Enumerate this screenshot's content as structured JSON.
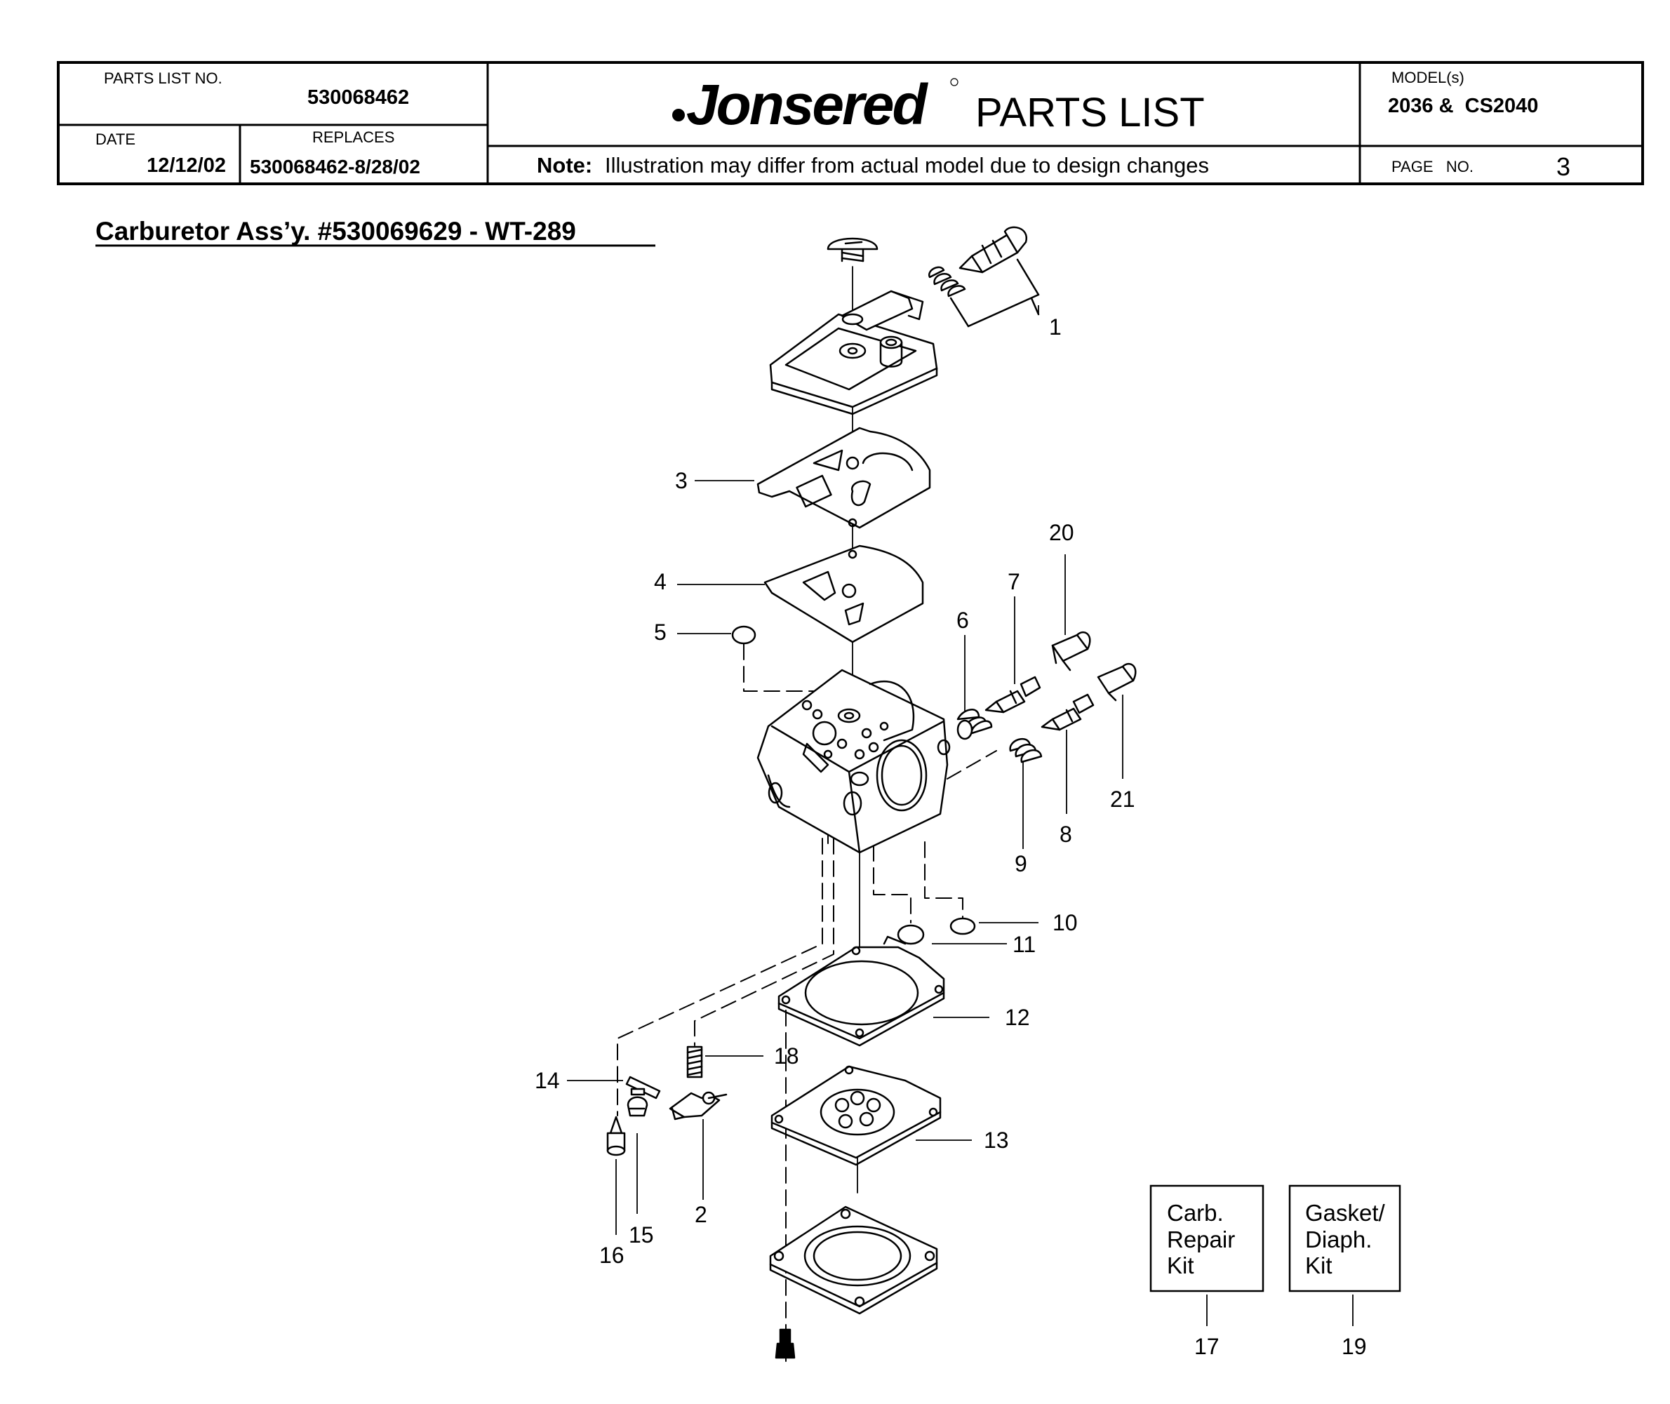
{
  "header": {
    "parts_list_no_label": "PARTS LIST NO.",
    "parts_list_no": "530068462",
    "date_label": "DATE",
    "date": "12/12/02",
    "replaces_label": "REPLACES",
    "replaces": "530068462-8/28/02",
    "brand": "Jonsered",
    "title": "PARTS LIST",
    "note_prefix": "Note:",
    "note": "Illustration may differ from actual model due to design changes",
    "models_label": "MODEL(s)",
    "models": "2036 &  CS2040",
    "page_label": "PAGE   NO.",
    "page_no": "3"
  },
  "section_title": "Carburetor Ass’y. #530069629 - WT-289",
  "callouts": [
    "1",
    "2",
    "3",
    "4",
    "5",
    "6",
    "7",
    "8",
    "9",
    "10",
    "11",
    "12",
    "13",
    "14",
    "15",
    "16",
    "17",
    "18",
    "19",
    "20",
    "21"
  ],
  "kits": [
    {
      "lines": [
        "Carb.",
        "Repair",
        "Kit"
      ],
      "callout": "17"
    },
    {
      "lines": [
        "Gasket/",
        "Diaph.",
        "Kit"
      ],
      "callout": "19"
    }
  ]
}
